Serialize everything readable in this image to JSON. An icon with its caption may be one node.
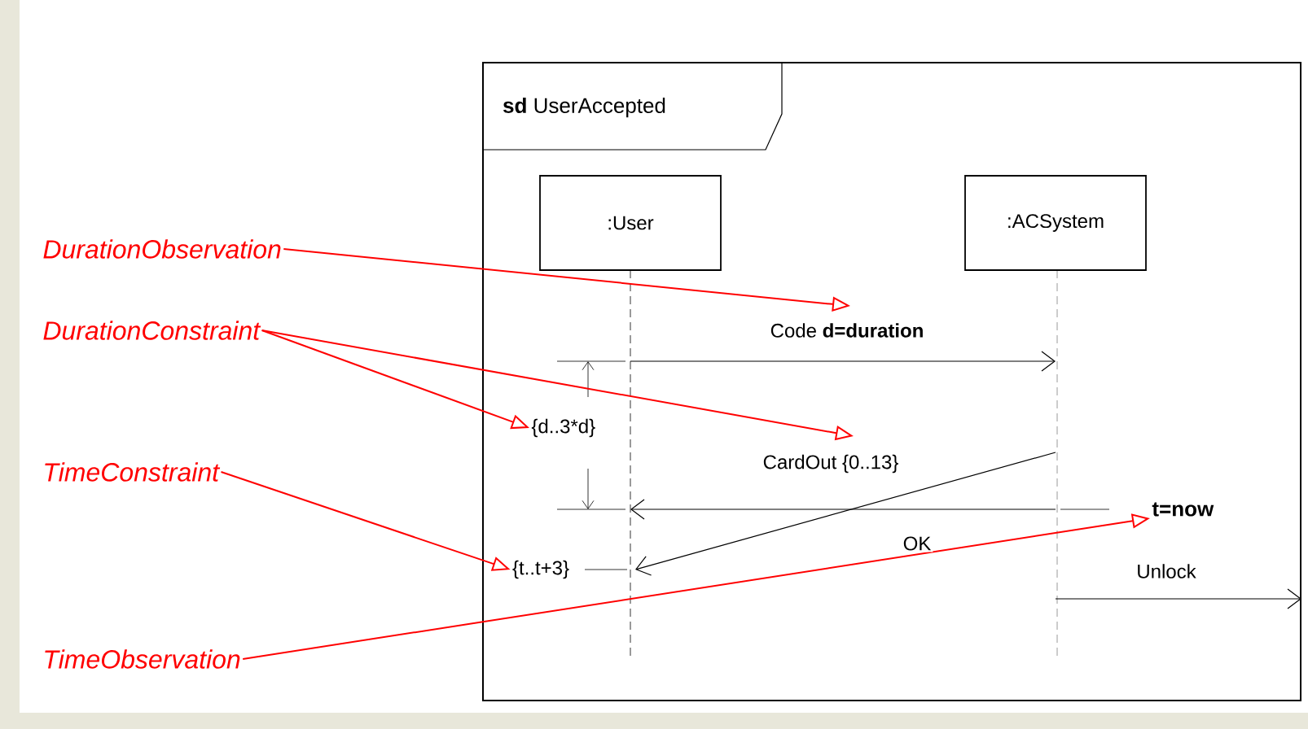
{
  "diagram": {
    "nodes": [
      {
        "text": [
          "**sd** UserAccepted"
        ]
      },
      {
        "text": [
          ":User"
        ],
        "in": 0
      },
      {
        "text": [
          ":ACSystem"
        ],
        "in": 0
      },
      {
        "text": [
          "{d..3*d}"
        ],
        "in": 0
      },
      {
        "text": [
          "{t..t+3}"
        ],
        "in": 0
      },
      {
        "text": [
          "t=now"
        ],
        "in": 0
      },
      {
        "text": [
          "DurationObservation"
        ]
      },
      {
        "text": [
          "DurationConstraint"
        ]
      },
      {
        "text": [
          "TimeConstraint"
        ]
      },
      {
        "text": [
          "TimeObservation"
        ]
      }
    ],
    "edges": [
      {
        "from": 1,
        "to": 2,
        "arrow": "to",
        "label": "Code **d=duration**",
        "color": "#000000"
      },
      {
        "from": 2,
        "to": 1,
        "arrow": "to",
        "label": "CardOut {0..13}",
        "color": "#000000"
      },
      {
        "from": 2,
        "to": 1,
        "arrow": "to",
        "label": "OK",
        "color": "#000000"
      },
      {
        "from": 2,
        "to": 0,
        "arrow": "to",
        "label": "Unlock",
        "color": "#000000"
      },
      {
        "from": 6,
        "to": null,
        "arrow": "to",
        "color": "#ff0000"
      },
      {
        "from": 7,
        "to": 3,
        "arrow": "to",
        "color": "#ff0000"
      },
      {
        "from": 7,
        "to": null,
        "arrow": "to",
        "color": "#ff0000"
      },
      {
        "from": 8,
        "to": 4,
        "arrow": "to",
        "color": "#ff0000"
      },
      {
        "from": 9,
        "to": 5,
        "arrow": "to",
        "color": "#ff0000"
      }
    ]
  }
}
